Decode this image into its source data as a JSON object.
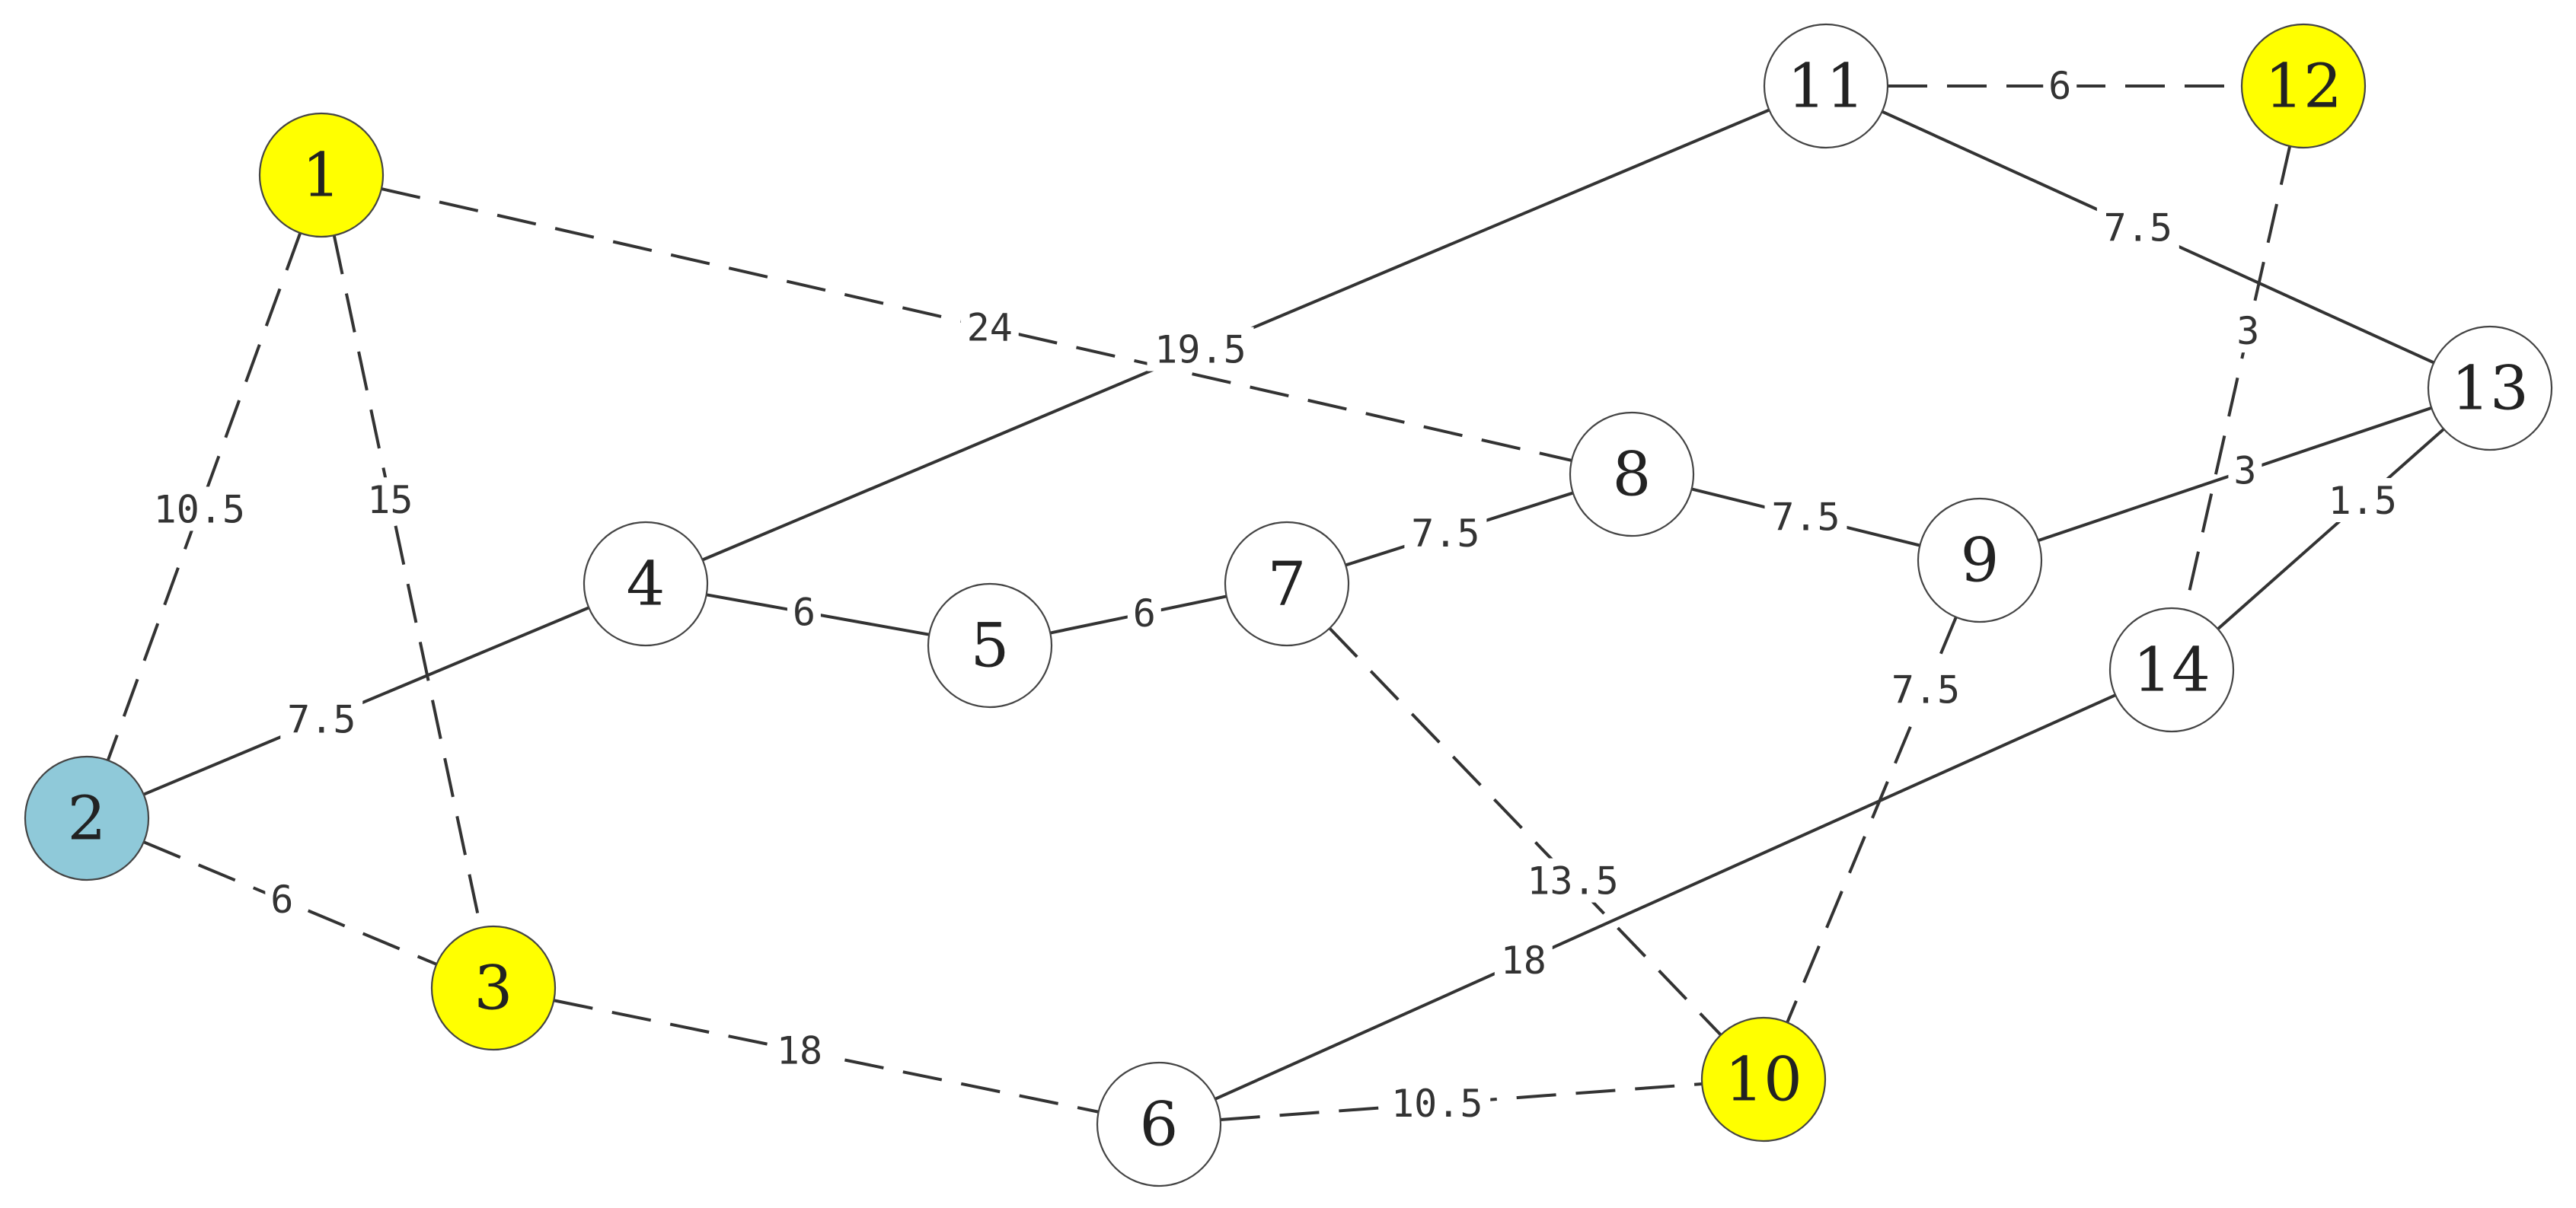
{
  "colors": {
    "yellow": "#ffff00",
    "blue": "#8fc9d9",
    "white": "#ffffff"
  },
  "nodes": [
    {
      "id": "1",
      "label": "1",
      "fill": "yellow"
    },
    {
      "id": "2",
      "label": "2",
      "fill": "blue"
    },
    {
      "id": "3",
      "label": "3",
      "fill": "yellow"
    },
    {
      "id": "4",
      "label": "4",
      "fill": "white"
    },
    {
      "id": "5",
      "label": "5",
      "fill": "white"
    },
    {
      "id": "6",
      "label": "6",
      "fill": "white"
    },
    {
      "id": "7",
      "label": "7",
      "fill": "white"
    },
    {
      "id": "8",
      "label": "8",
      "fill": "white"
    },
    {
      "id": "9",
      "label": "9",
      "fill": "white"
    },
    {
      "id": "10",
      "label": "10",
      "fill": "yellow"
    },
    {
      "id": "11",
      "label": "11",
      "fill": "white"
    },
    {
      "id": "12",
      "label": "12",
      "fill": "yellow"
    },
    {
      "id": "13",
      "label": "13",
      "fill": "white"
    },
    {
      "id": "14",
      "label": "14",
      "fill": "white"
    }
  ],
  "edges": [
    {
      "from": "1",
      "to": "2",
      "label": "10.5",
      "dashed": true
    },
    {
      "from": "1",
      "to": "3",
      "label": "15",
      "dashed": true
    },
    {
      "from": "1",
      "to": "8",
      "label": "24",
      "dashed": true
    },
    {
      "from": "2",
      "to": "3",
      "label": "6",
      "dashed": true
    },
    {
      "from": "2",
      "to": "4",
      "label": "7.5",
      "dashed": false
    },
    {
      "from": "3",
      "to": "6",
      "label": "18",
      "dashed": true
    },
    {
      "from": "4",
      "to": "5",
      "label": "6",
      "dashed": false
    },
    {
      "from": "4",
      "to": "11",
      "label": "19.5",
      "dashed": false
    },
    {
      "from": "5",
      "to": "7",
      "label": "6",
      "dashed": false
    },
    {
      "from": "7",
      "to": "8",
      "label": "7.5",
      "dashed": false
    },
    {
      "from": "7",
      "to": "10",
      "label": "13.5",
      "dashed": true
    },
    {
      "from": "8",
      "to": "9",
      "label": "7.5",
      "dashed": false
    },
    {
      "from": "9",
      "to": "13",
      "label": "3",
      "dashed": false
    },
    {
      "from": "9",
      "to": "10",
      "label": "7.5",
      "dashed": true
    },
    {
      "from": "6",
      "to": "10",
      "label": "10.5",
      "dashed": true
    },
    {
      "from": "6",
      "to": "14",
      "label": "18",
      "dashed": false
    },
    {
      "from": "11",
      "to": "12",
      "label": "6",
      "dashed": true
    },
    {
      "from": "11",
      "to": "13",
      "label": "7.5",
      "dashed": false
    },
    {
      "from": "12",
      "to": "14",
      "label": "3",
      "dashed": true
    },
    {
      "from": "13",
      "to": "14",
      "label": "1.5",
      "dashed": false
    }
  ]
}
